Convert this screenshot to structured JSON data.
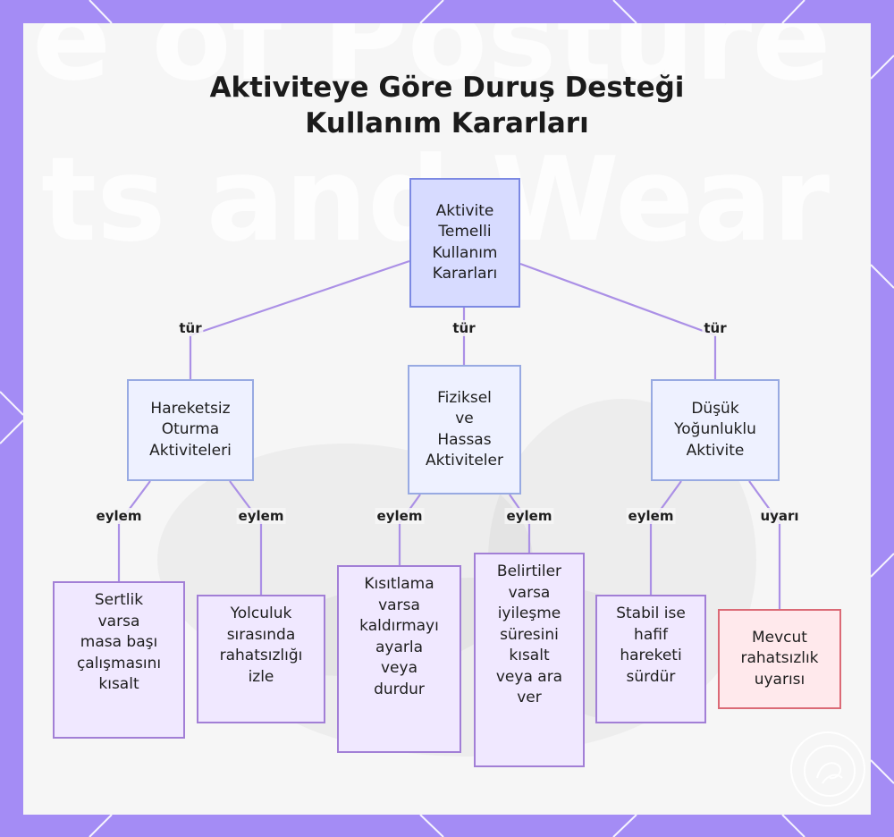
{
  "title": {
    "line1": "Aktiviteye Göre Duruş Desteği",
    "line2": "Kullanım Kararları"
  },
  "watermark": {
    "line1": "e of Posture Su",
    "line2": "ts and Wear Lim"
  },
  "colors": {
    "background": "#a48cf5",
    "root_fill": "#d7dbff",
    "root_border": "#7c89e3",
    "category_fill": "#eef1ff",
    "category_border": "#98aae2",
    "action_fill": "#f0e8ff",
    "action_border": "#a27fd6",
    "warning_fill": "#ffe9ec",
    "warning_border": "#db6a76",
    "edge": "#ab90e6"
  },
  "nodes": {
    "root": "Aktivite\nTemelli\nKullanım\nKararları",
    "cat_sitting": "Hareketsiz\nOturma\nAktiviteleri",
    "cat_physical": "Fiziksel\nve\nHassas\nAktiviteler",
    "cat_low": "Düşük\nYoğunluklu\nAktivite",
    "leaf_desk": "Sertlik\nvarsa\nmasa başı\nçalışmasını\nkısalt",
    "leaf_travel": "Yolculuk\nsırasında\nrahatsızlığı\nizle",
    "leaf_restrict": "Kısıtlama\nvarsa\nkaldırmayı\nayarla\nveya\ndurdur",
    "leaf_symptom": "Belirtiler\nvarsa\niyileşme\nsüresini\nkısalt\nveya ara\nver",
    "leaf_stable": "Stabil ise\nhafif\nhareketi\nsürdür",
    "leaf_warning": "Mevcut\nrahatsızlık\nuyarısı"
  },
  "edge_labels": {
    "type": "tür",
    "action": "eylem",
    "warning": "uyarı"
  },
  "logo": "watermark-logo-icon"
}
